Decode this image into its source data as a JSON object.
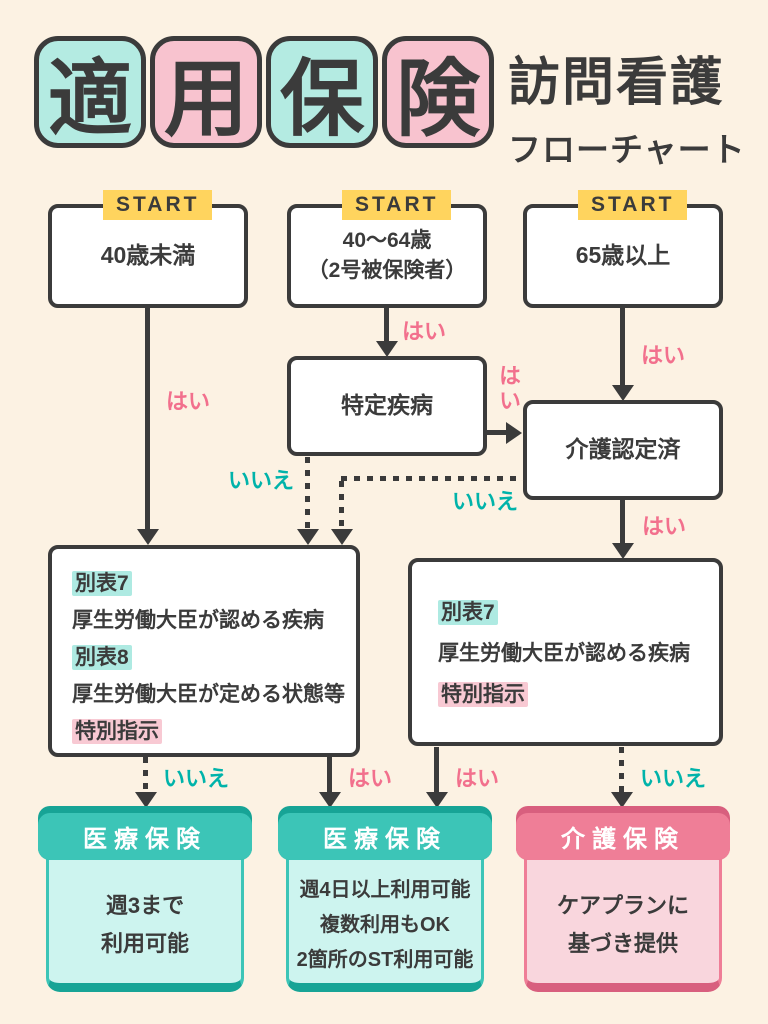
{
  "title": {
    "tiles": [
      {
        "char": "適",
        "color": "mint"
      },
      {
        "char": "用",
        "color": "pink"
      },
      {
        "char": "保",
        "color": "mint"
      },
      {
        "char": "険",
        "color": "pink"
      }
    ],
    "subtitle_line1": "訪問看護",
    "subtitle_line2": "フローチャート"
  },
  "labels": {
    "start": "START",
    "yes": "はい",
    "no": "いいえ"
  },
  "nodes": {
    "under40": "40歳未満",
    "age40_64_line1": "40〜64歳",
    "age40_64_line2": "（2号被保険者）",
    "over65": "65歳以上",
    "specified_disease": "特定疾病",
    "care_certified": "介護認定済"
  },
  "criteria_left": {
    "lines": [
      {
        "text": "別表7",
        "highlight": "mint"
      },
      {
        "text": "厚生労働大臣が認める疾病",
        "highlight": "none"
      },
      {
        "text": "別表8",
        "highlight": "mint"
      },
      {
        "text": "厚生労働大臣が定める状態等",
        "highlight": "none"
      },
      {
        "text": "特別指示",
        "highlight": "pink"
      }
    ]
  },
  "criteria_right": {
    "lines": [
      {
        "text": "別表7",
        "highlight": "mint"
      },
      {
        "text": "厚生労働大臣が認める疾病",
        "highlight": "none"
      },
      {
        "text": "特別指示",
        "highlight": "pink"
      }
    ]
  },
  "outcomes": {
    "medical1": {
      "header": "医療保険",
      "lines": [
        "週3まで",
        "利用可能"
      ]
    },
    "medical2": {
      "header": "医療保険",
      "lines": [
        "週4日以上利用可能",
        "複数利用もOK",
        "2箇所のST利用可能"
      ]
    },
    "care": {
      "header": "介護保険",
      "lines": [
        "ケアプランに",
        "基づき提供"
      ]
    }
  },
  "colors": {
    "bg": "#fcf2e3",
    "ink": "#3b3b3b",
    "pink_yes": "#f2708d",
    "cyan_no": "#00b3aa",
    "start_yellow": "#ffd45e",
    "tile_mint": "#b4ebe2",
    "tile_pink": "#f8c3cf",
    "teal_header": "#3cc5b7",
    "teal_dark": "#17a496",
    "teal_body": "#cdf4ef",
    "pink_header": "#ef7e97",
    "pink_dark": "#d85f7e",
    "pink_body": "#f9d6dd",
    "hl_mint": "#aeeae2",
    "hl_pink": "#f8c9d3"
  }
}
